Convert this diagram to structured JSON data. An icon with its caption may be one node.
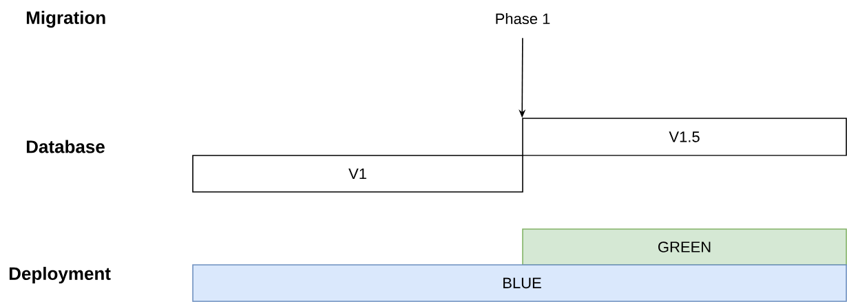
{
  "diagram": {
    "nodes": [
      {
        "text": [
          "Phase 1"
        ]
      },
      {
        "text": [
          "V1"
        ]
      },
      {
        "text": [
          "V1.5"
        ]
      },
      {
        "text": [
          "GREEN"
        ]
      },
      {
        "text": [
          "BLUE"
        ]
      }
    ],
    "edges": [
      {
        "from": 0,
        "to": 2,
        "arrow": "to"
      }
    ],
    "labels": [
      "Migration",
      "Database",
      "Deployment"
    ]
  }
}
